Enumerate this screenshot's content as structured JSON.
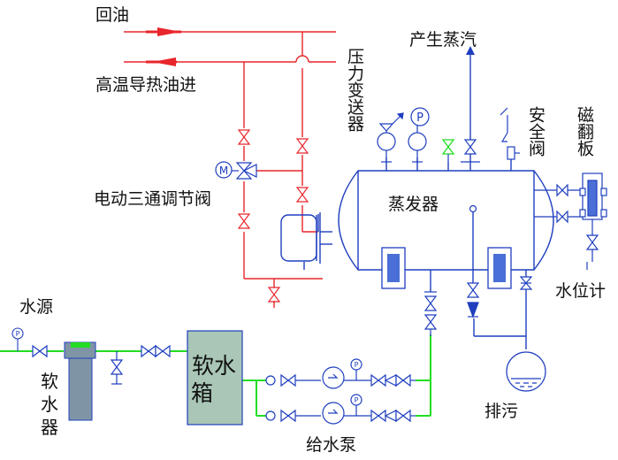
{
  "colors": {
    "oil_line": "#e8262b",
    "water_line": "#22dd22",
    "vessel": "#1f3fbf",
    "steam_line": "#1f3fbf",
    "box_fill": "#a9c6b6",
    "softener_fill": "#7f95a6"
  },
  "labels": {
    "return_oil": "回油",
    "hot_oil_in": "高温导热油进",
    "three_way_valve": "电动三通调节阀",
    "steam_out": "产生蒸汽",
    "pressure_transmitter": "压力变送器",
    "safety_valve": "安全阀",
    "magnetic_level": "磁翻板",
    "evaporator": "蒸发器",
    "level_gauge": "水位计",
    "water_source": "水源",
    "softener": "软水器",
    "softener_chars": [
      "软",
      "水",
      "器"
    ],
    "soft_water_tank": "软水箱",
    "tank_line1": "软水",
    "tank_line2": "箱",
    "feed_pump": "给水泵",
    "blowdown": "排污"
  },
  "symbols": {
    "motor": "M",
    "pressure": "P"
  }
}
